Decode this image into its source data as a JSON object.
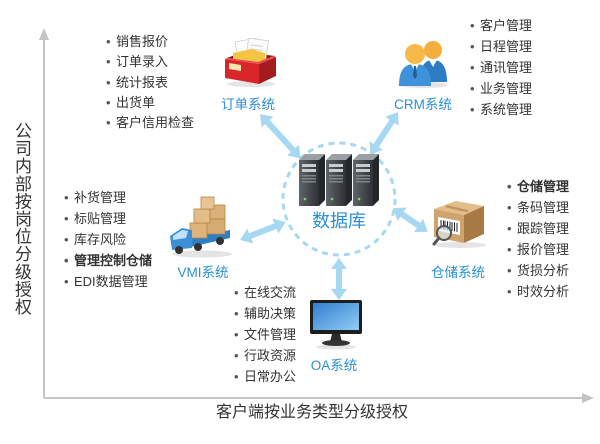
{
  "axes": {
    "vertical_label": "公司内部按岗位分级授权",
    "horizontal_label": "客户端按业务类型分级授权"
  },
  "center": {
    "label": "数据库",
    "icon": "server-icon"
  },
  "systems": {
    "order": {
      "label": "订单系统",
      "icon": "order-box-icon",
      "items": [
        "销售报价",
        "订单录入",
        "统计报表",
        "出货单",
        "客户信用检查"
      ]
    },
    "crm": {
      "label": "CRM系统",
      "icon": "users-icon",
      "items": [
        "客户管理",
        "日程管理",
        "通讯管理",
        "业务管理",
        "系统管理"
      ]
    },
    "vmi": {
      "label": "VMI系统",
      "icon": "truck-icon",
      "items": [
        "补货管理",
        "标贴管理",
        "库存风险",
        "管理控制仓储",
        "EDI数据管理"
      ]
    },
    "warehouse": {
      "label": "仓储系统",
      "icon": "barcode-box-icon",
      "items": [
        "仓储管理",
        "条码管理",
        "跟踪管理",
        "报价管理",
        "货损分析",
        "时效分析"
      ]
    },
    "oa": {
      "label": "OA系统",
      "icon": "monitor-icon",
      "items": [
        "在线交流",
        "辅助决策",
        "文件管理",
        "行政资源",
        "日常办公"
      ]
    }
  },
  "colors": {
    "label_blue": "#2a8fd4",
    "arrow": "#a6d8f2",
    "axis": "#c4c4c4",
    "text": "#333333"
  }
}
